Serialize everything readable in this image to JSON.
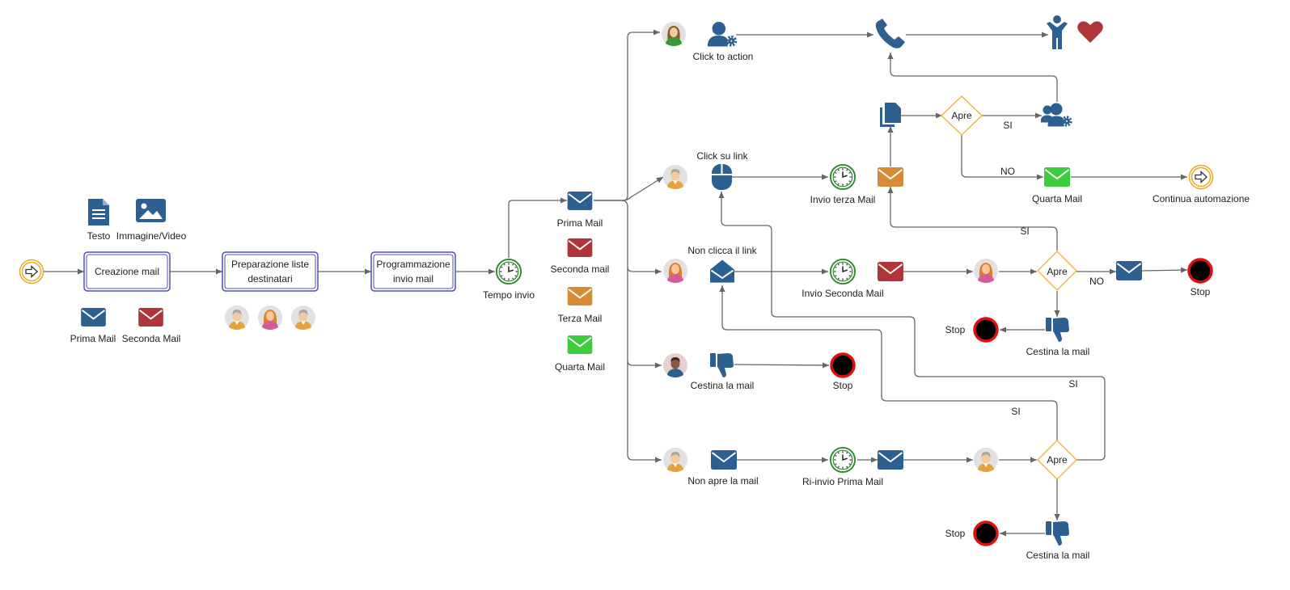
{
  "colors": {
    "mail_blue": "#2e5f91",
    "mail_red": "#b0353a",
    "mail_orange": "#d68b37",
    "mail_green": "#3dcc3d",
    "icon_blue": "#2e5f91",
    "heart": "#b0353a",
    "gateway": "#f0b030",
    "timer": "#2d8a2d",
    "start_event": "#e8a820",
    "stop_border": "#e01010",
    "task_border": "#5050b8"
  },
  "left_section": {
    "testo": "Testo",
    "immagine_video": "Immagine/Video",
    "prima_mail": "Prima Mail",
    "seconda_mail": "Seconda Mail"
  },
  "tasks": {
    "creazione": "Creazione mail",
    "preparazione_1": "Preparazione liste",
    "preparazione_2": "destinatari",
    "programmazione_1": "Programmazione",
    "programmazione_2": "invio mail"
  },
  "tempo_invio": "Tempo invio",
  "mail_column": {
    "prima": "Prima Mail",
    "seconda": "Seconda mail",
    "terza": "Terza Mail",
    "quarta": "Quarta Mail"
  },
  "branch_top": {
    "click_to_action": "Click to action"
  },
  "branch_click": {
    "click_su_link": "Click su link",
    "invio_terza": "Invio terza Mail",
    "apre": "Apre",
    "si": "SI",
    "no": "NO",
    "quarta_mail": "Quarta Mail",
    "continua": "Continua automazione"
  },
  "branch_nonclick": {
    "non_clicca": "Non clicca il link",
    "invio_seconda": "Invio Seconda Mail",
    "apre": "Apre",
    "si": "SI",
    "no": "NO",
    "stop_right": "Stop",
    "stop_left": "Stop",
    "cestina": "Cestina la mail"
  },
  "branch_cestina": {
    "cestina": "Cestina la mail",
    "stop": "Stop"
  },
  "branch_nonapre": {
    "non_apre": "Non apre la mail",
    "reinvio": "Ri-invio Prima Mail",
    "apre": "Apre",
    "si_left": "SI",
    "si_right": "SI",
    "stop": "Stop",
    "cestina": "Cestina la mail"
  }
}
